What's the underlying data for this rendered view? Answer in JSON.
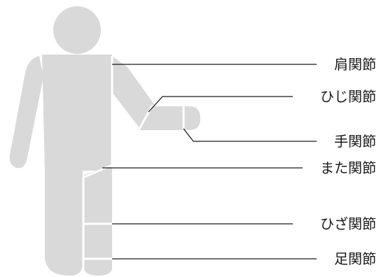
{
  "joints": [
    {
      "id": "shoulder",
      "label": "肩関節"
    },
    {
      "id": "elbow",
      "label": "ひじ関節"
    },
    {
      "id": "wrist",
      "label": "手関節"
    },
    {
      "id": "hip",
      "label": "また関節"
    },
    {
      "id": "knee",
      "label": "ひざ関節"
    },
    {
      "id": "ankle",
      "label": "足関節"
    }
  ],
  "colors": {
    "figure": "#d9d9d9",
    "divider": "#ffffff",
    "leader_line": "#1a1a1a",
    "text": "#1a1a1a"
  }
}
